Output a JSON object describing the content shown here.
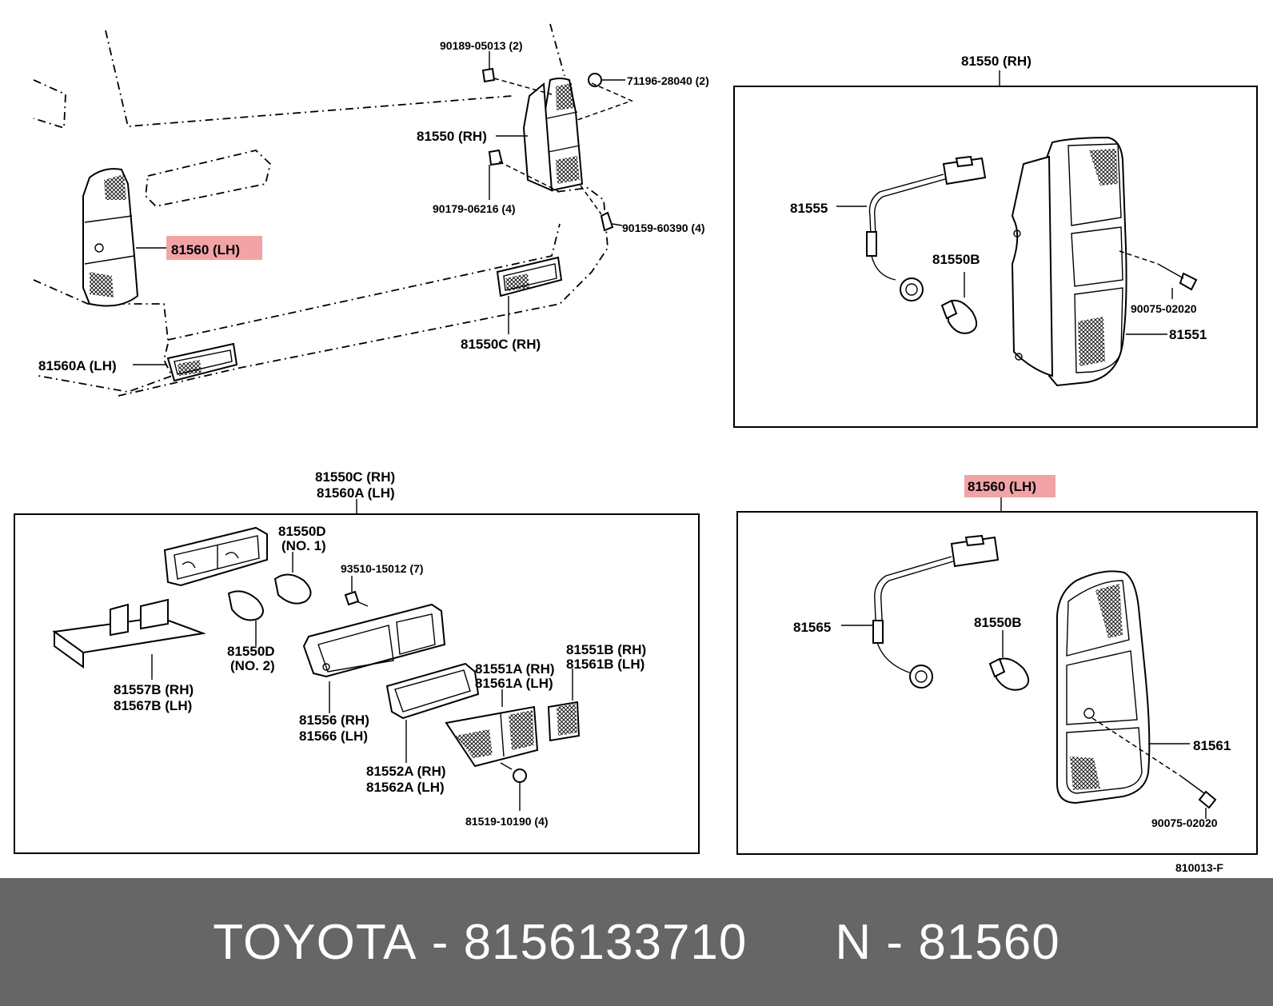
{
  "top_left_view": {
    "label_81560_lh": "81560 (LH)",
    "label_81550_rh": "81550 (RH)",
    "label_90189": "90189-05013 (2)",
    "label_71196": "71196-28040 (2)",
    "label_90179": "90179-06216 (4)",
    "label_90159": "90159-60390 (4)",
    "label_81550c_rh": "81550C (RH)",
    "label_81560a_lh": "81560A (LH)"
  },
  "rh_detail": {
    "title": "81550 (RH)",
    "label_81555": "81555",
    "label_81550b": "81550B",
    "label_90075": "90075-02020",
    "label_81551": "81551"
  },
  "bottom_left_detail": {
    "title_line1": "81550C (RH)",
    "title_line2": "81560A (LH)",
    "label_81550d_1a": "81550D",
    "label_81550d_1b": "(NO. 1)",
    "label_93510": "93510-15012 (7)",
    "label_81550d_2a": "81550D",
    "label_81550d_2b": "(NO. 2)",
    "label_81557b": "81557B (RH)",
    "label_81567b": "81567B (LH)",
    "label_81556": "81556 (RH)",
    "label_81566": "81566 (LH)",
    "label_81551a": "81551A (RH)",
    "label_81561a": "81561A (LH)",
    "label_81551b": "81551B (RH)",
    "label_81561b": "81561B (LH)",
    "label_81552a": "81552A (RH)",
    "label_81562a": "81562A (LH)",
    "label_81519": "81519-10190 (4)"
  },
  "lh_detail": {
    "title": "81560 (LH)",
    "label_81565": "81565",
    "label_81550b": "81550B",
    "label_81561": "81561",
    "label_90075": "90075-02020"
  },
  "figure_code": "810013-F",
  "footer": {
    "brand": "TOYOTA",
    "separator": "-",
    "part_number": "8156133710",
    "n_prefix": "N",
    "n_code": "81560"
  },
  "colors": {
    "highlight": "#f2a3a6",
    "footer_bg": "#666666",
    "footer_text": "#ffffff"
  }
}
